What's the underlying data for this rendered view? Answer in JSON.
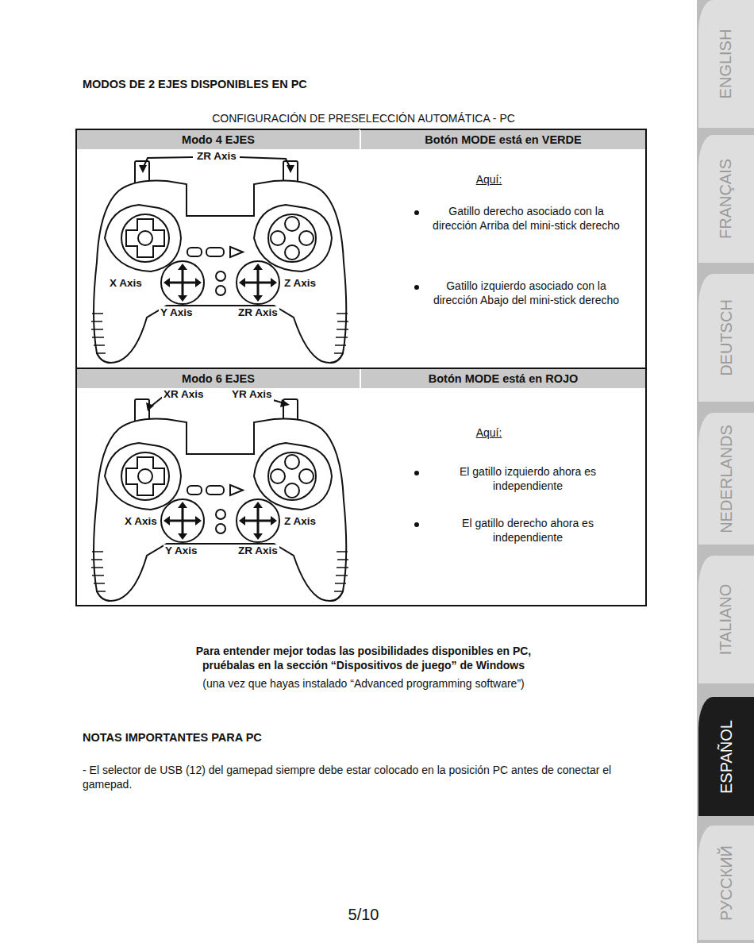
{
  "diagram": {
    "title": "MODOS DE 2 EJES DISPONIBLES EN PC",
    "nodes": [
      {
        "text": [
          "Modo 4 EJES"
        ]
      },
      {
        "text": [
          "Botón MODE está en VERDE"
        ]
      },
      {
        "text": [
          "Modo 6 EJES"
        ]
      },
      {
        "text": [
          "Botón MODE está en ROJO"
        ]
      },
      {
        "text": [
          "ENGLISH"
        ]
      },
      {
        "text": [
          "FRANÇAIS"
        ]
      },
      {
        "text": [
          "DEUTSCH"
        ]
      },
      {
        "text": [
          "NEDERLANDS"
        ]
      },
      {
        "text": [
          "ITALIANO"
        ]
      },
      {
        "text": [
          "ESPAÑOL"
        ]
      },
      {
        "text": [
          "РУССКИЙ"
        ]
      }
    ],
    "labels": [
      "CONFIGURACIÓN DE PRESELECCIÓN AUTOMÁTICA - PC",
      "ZR Axis",
      "X Axis",
      "Y Axis",
      "Z Axis",
      "ZR Axis",
      "Aquí:",
      "Gatillo derecho asociado con la dirección Arriba del mini-stick derecho",
      "Gatillo izquierdo asociado con la dirección Abajo del mini-stick derecho",
      "XR Axis",
      "YR Axis",
      "X Axis",
      "Y Axis",
      "Z Axis",
      "ZR Axis",
      "Aquí:",
      "El gatillo izquierdo ahora es independiente",
      "El gatillo derecho ahora es independiente",
      "Para entender mejor todas las posibilidades disponibles en PC, pruébalas en la sección “Dispositivos de juego” de Windows",
      "(una vez que hayas instalado “Advanced programming software”)",
      "NOTAS IMPORTANTES PARA PC",
      "- El selector de USB (12) del gamepad siempre debe estar colocado en la posición PC antes de conectar el gamepad.",
      "5/10"
    ]
  }
}
